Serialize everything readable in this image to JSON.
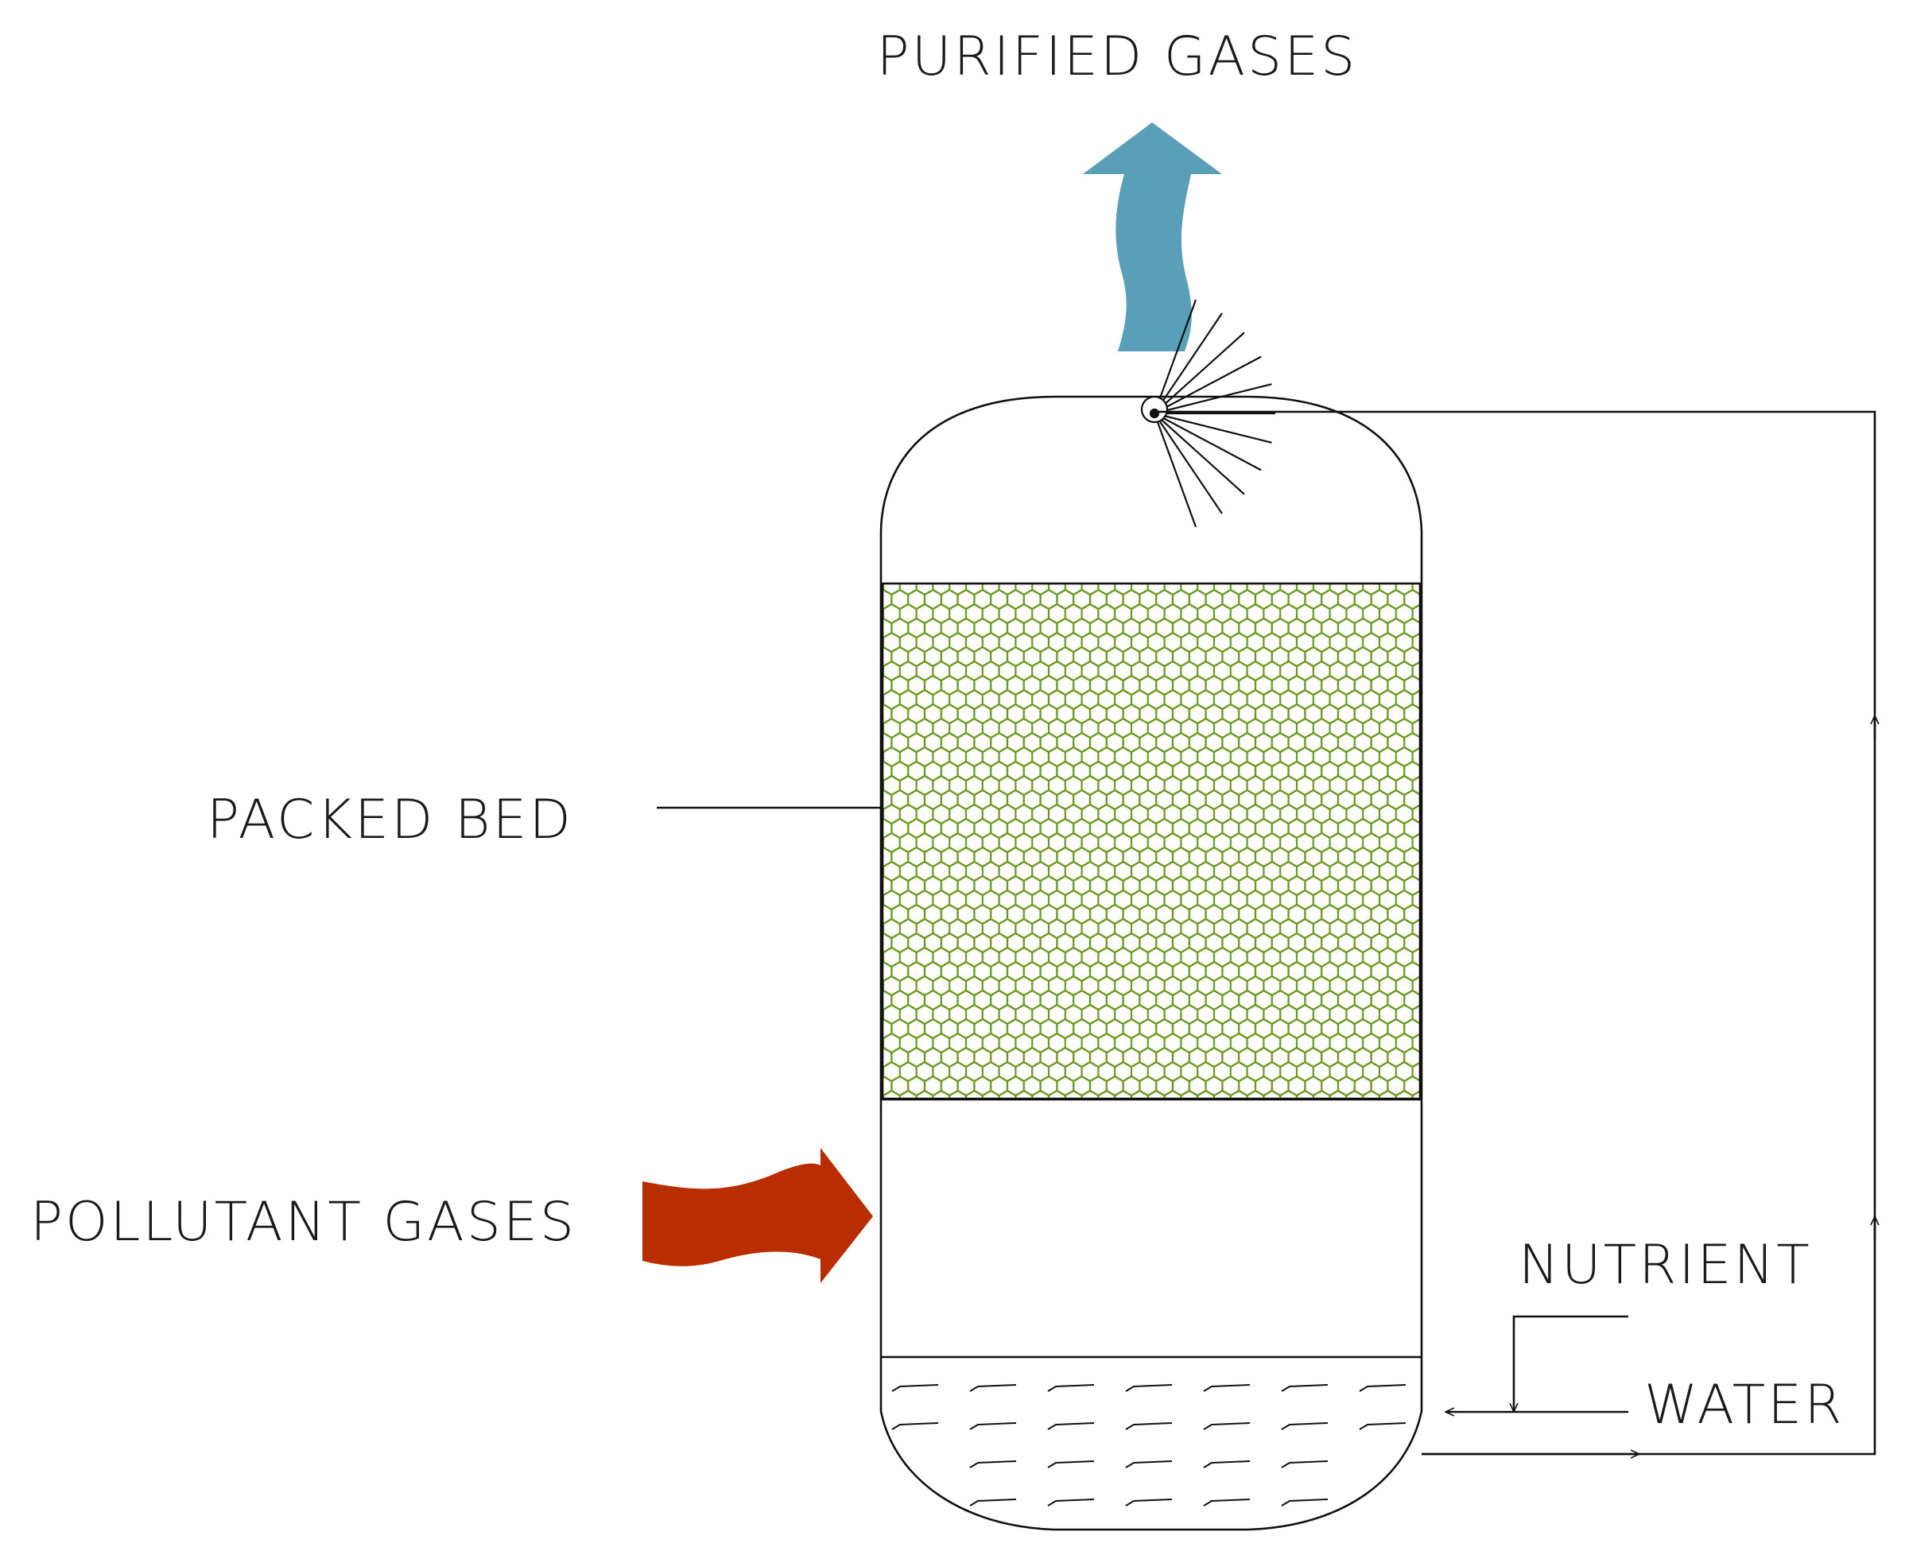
{
  "labels": {
    "purified": "PURIFIED  GASES",
    "packed_bed": "PACKED  BED",
    "pollutant": "POLLUTANT  GASES",
    "nutrient": "NUTRIENT",
    "water": "WATER"
  },
  "colors": {
    "purified_arrow": "#5a9fb8",
    "pollutant_arrow": "#b82e00",
    "packing": "#6a9a1a",
    "line": "#111111"
  },
  "icons": {
    "outlet_arrow": "wavy-up-arrow-icon",
    "inlet_arrow": "wavy-right-arrow-icon",
    "spray_nozzle": "spray-nozzle-icon"
  }
}
